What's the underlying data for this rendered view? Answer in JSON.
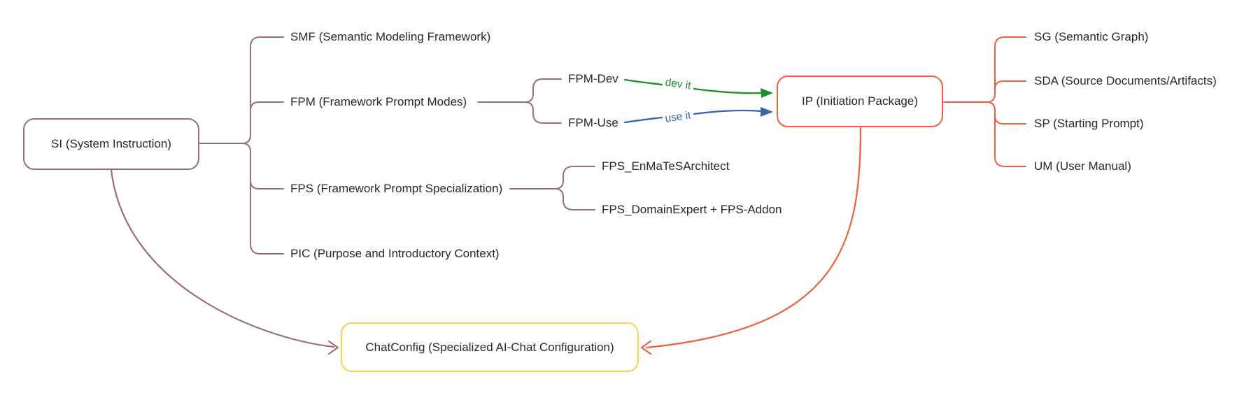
{
  "nodes": {
    "si": {
      "label": "SI (System Instruction)",
      "border_color": "#9e6b84"
    },
    "ip": {
      "label": "IP (Initiation Package)",
      "border_color": "#ee5f3c"
    },
    "chatconfig": {
      "label": "ChatConfig (Specialized AI-Chat Configuration)",
      "border_color": "#f6d449"
    }
  },
  "si_children": [
    "SMF (Semantic Modeling Framework)",
    "FPM (Framework Prompt Modes)",
    "FPS (Framework Prompt Specialization)",
    "PIC (Purpose and Introductory Context)"
  ],
  "fpm_children": [
    "FPM-Dev",
    "FPM-Use"
  ],
  "fps_children": [
    "FPS_EnMaTeSArchitect",
    "FPS_DomainExpert + FPS-Addon"
  ],
  "ip_children": [
    "SG (Semantic Graph)",
    "SDA (Source Documents/Artifacts)",
    "SP (Starting Prompt)",
    "UM (User Manual)"
  ],
  "edge_labels": {
    "dev": "dev it",
    "use": "use it"
  },
  "colors": {
    "si_branch": "#9e6b84",
    "ip_branch": "#ee5f3c",
    "dev_arrow": "#1e8e2d",
    "use_arrow": "#3c64ae",
    "text": "#28282c",
    "background": "#ffffff"
  }
}
